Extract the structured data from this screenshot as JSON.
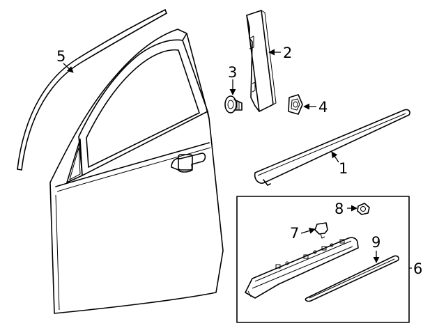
{
  "callouts": [
    {
      "id": "1",
      "text": "1"
    },
    {
      "id": "2",
      "text": "2"
    },
    {
      "id": "3",
      "text": "3"
    },
    {
      "id": "4",
      "text": "4"
    },
    {
      "id": "5",
      "text": "5"
    },
    {
      "id": "6",
      "text": "6"
    },
    {
      "id": "7",
      "text": "7"
    },
    {
      "id": "8",
      "text": "8"
    },
    {
      "id": "9",
      "text": "9"
    }
  ],
  "colors": {
    "ink": "#000000",
    "background": "#ffffff",
    "shade": "#d9d9d9"
  }
}
